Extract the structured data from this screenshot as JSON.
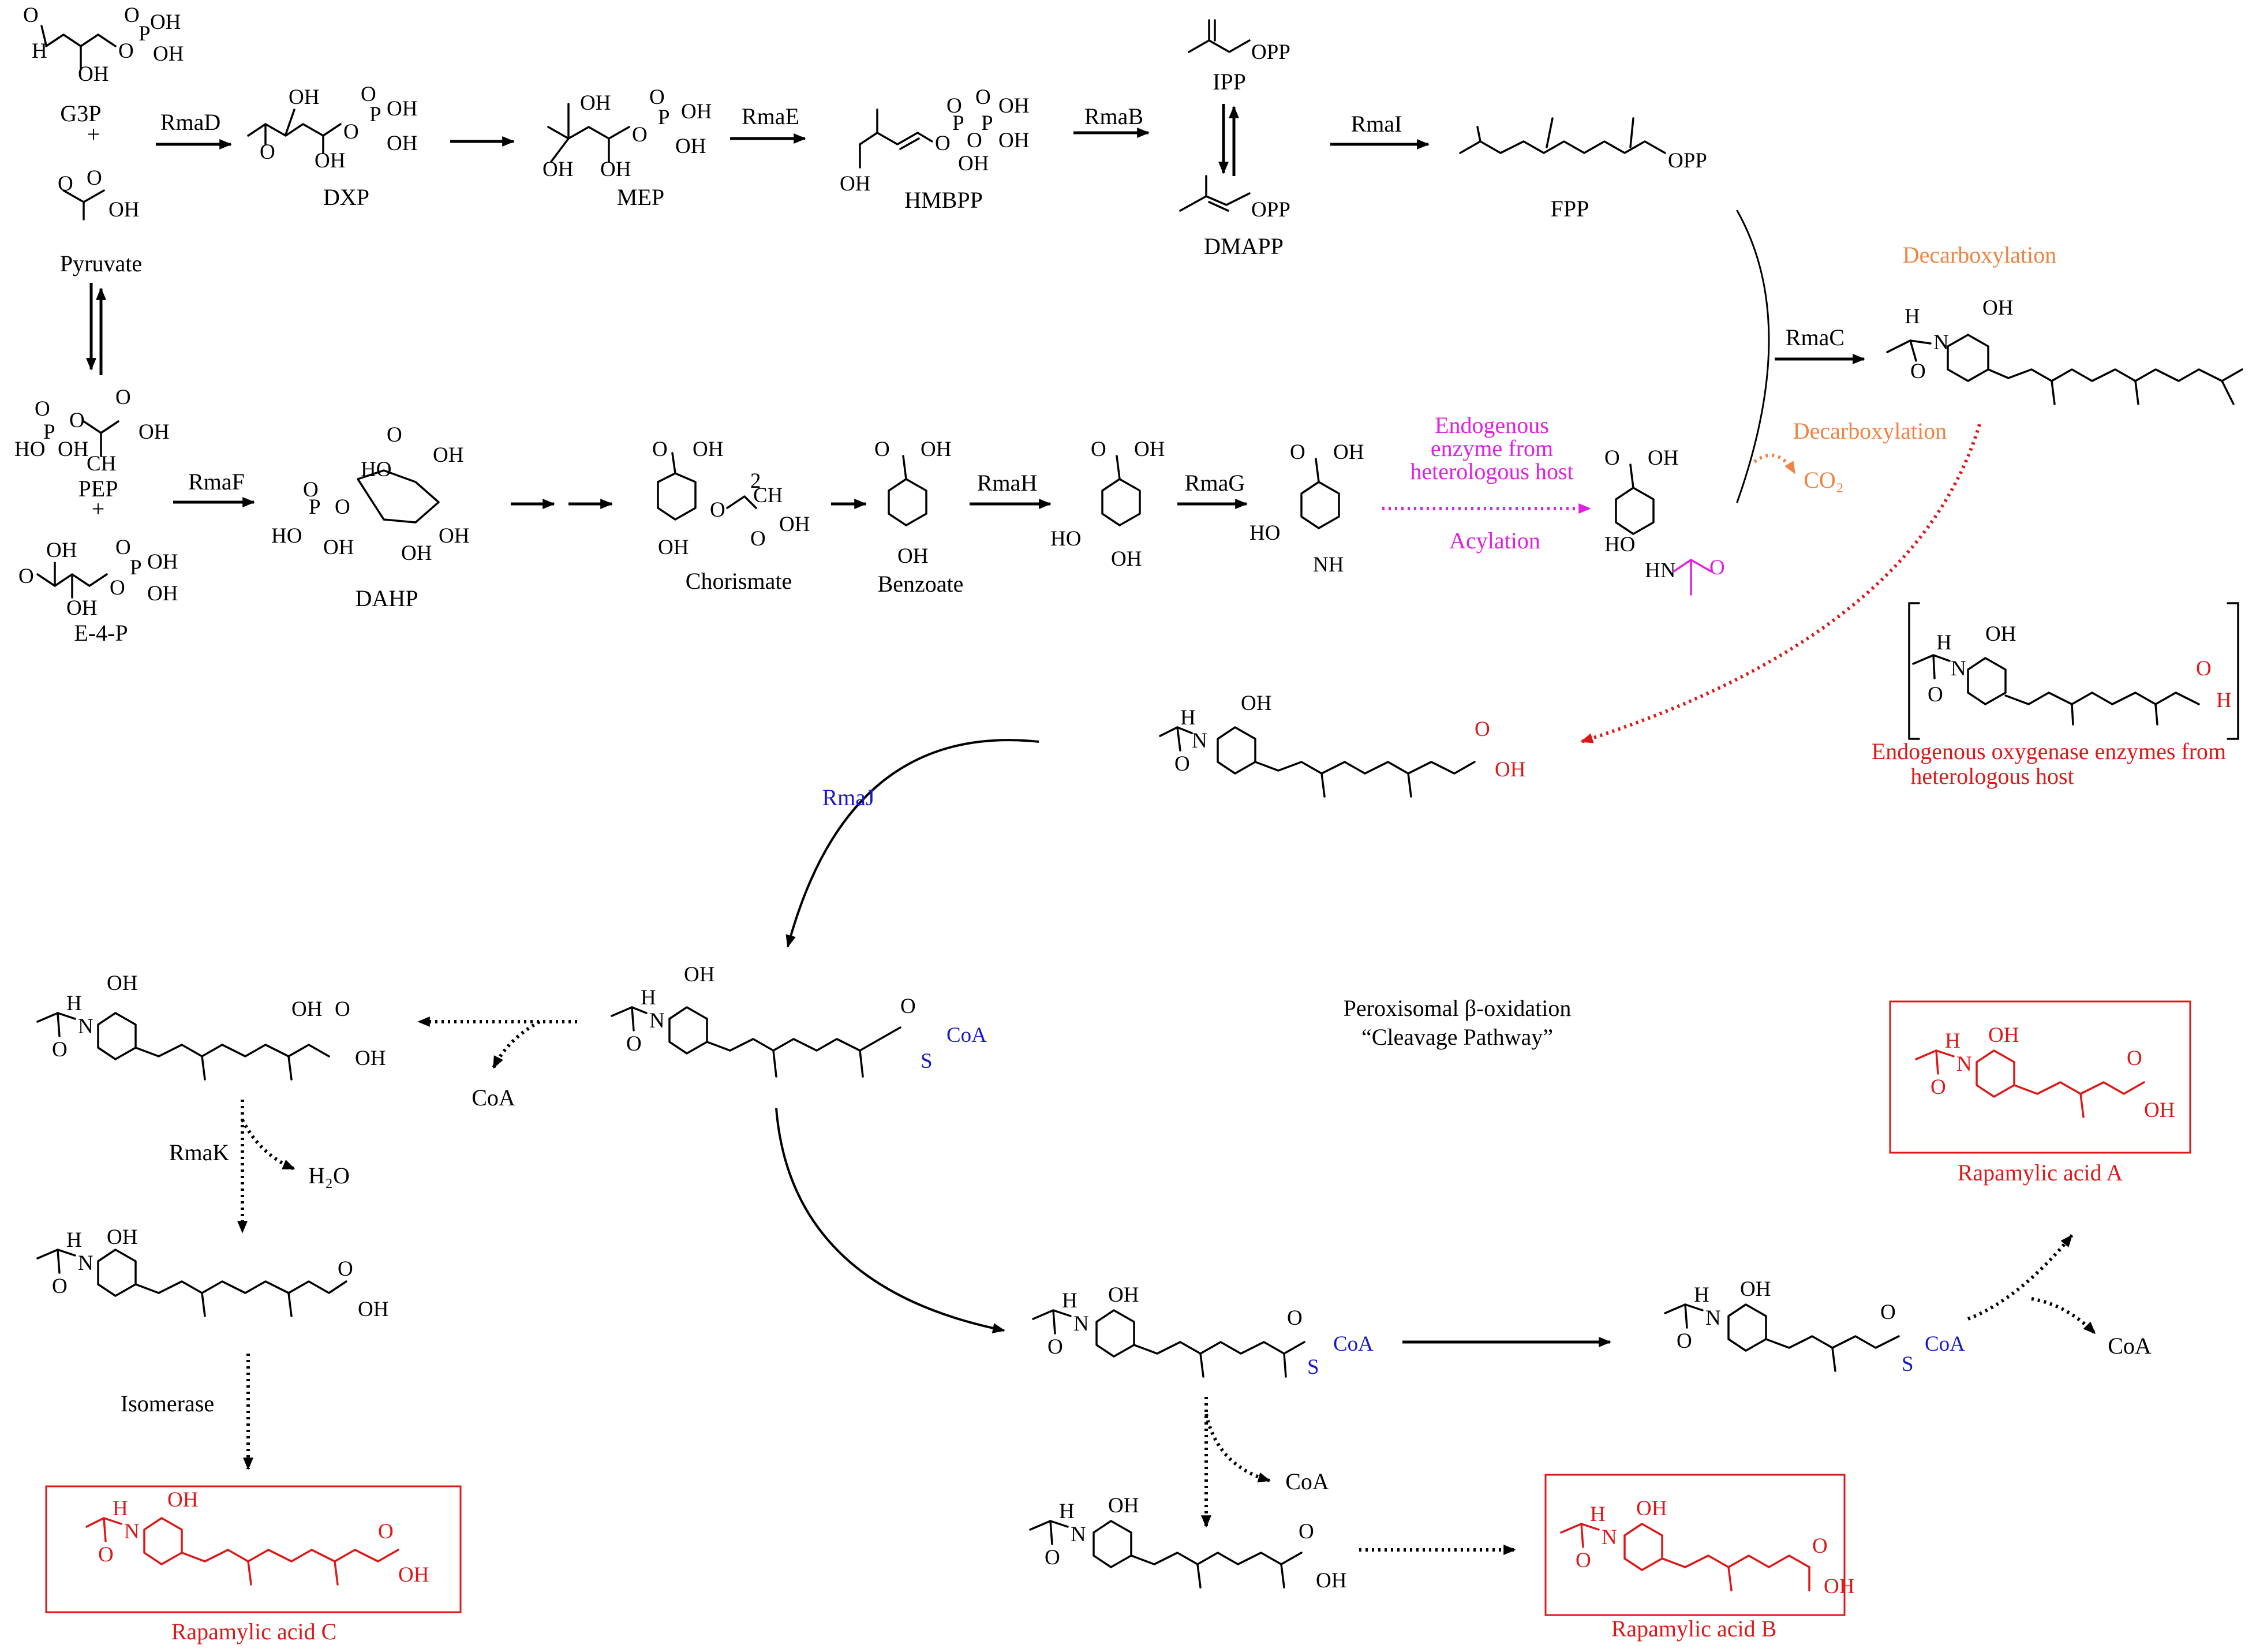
{
  "compounds": {
    "g3p": "G3P",
    "pyruvate": "Pyruvate",
    "pep": "PEP",
    "e4p": "E-4-P",
    "dxp": "DXP",
    "mep": "MEP",
    "hmbpp": "HMBPP",
    "ipp": "IPP",
    "dmapp": "DMAPP",
    "fpp": "FPP",
    "dahp": "DAHP",
    "chorismate": "Chorismate",
    "benzoate": "Benzoate",
    "coa": "CoA",
    "co2": "CO₂",
    "h2o": "H₂O"
  },
  "plus": "+",
  "enzymes": {
    "rmaD": "RmaD",
    "rmaE": "RmaE",
    "rmaB": "RmaB",
    "rmaI": "RmaI",
    "rmaC": "RmaC",
    "rmaF": "RmaF",
    "rmaH": "RmaH",
    "rmaG": "RmaG",
    "rmaJ": "RmaJ",
    "rmaK": "RmaK",
    "isomerase": "Isomerase"
  },
  "annotations": {
    "decarboxylation_top": "Decarboxylation",
    "decarboxylation_mid": "Decarboxylation",
    "endogenous_enzyme_line1": "Endogenous",
    "endogenous_enzyme_line2": "enzyme from",
    "endogenous_enzyme_line3": "heterologous host",
    "acylation": "Acylation",
    "oxygenase_line1": "Endogenous oxygenase enzymes from",
    "oxygenase_line2": "heterologous host",
    "peroxisomal_line1": "Peroxisomal β-oxidation",
    "peroxisomal_line2": "“Cleavage Pathway”"
  },
  "products": {
    "acid_a": "Rapamylic acid A",
    "acid_b": "Rapamylic acid B",
    "acid_c": "Rapamylic acid C"
  },
  "colors": {
    "black": "#000000",
    "red": "#dd1818",
    "orange": "#ee8344",
    "magenta": "#e020e0",
    "blue": "#1818c8"
  }
}
